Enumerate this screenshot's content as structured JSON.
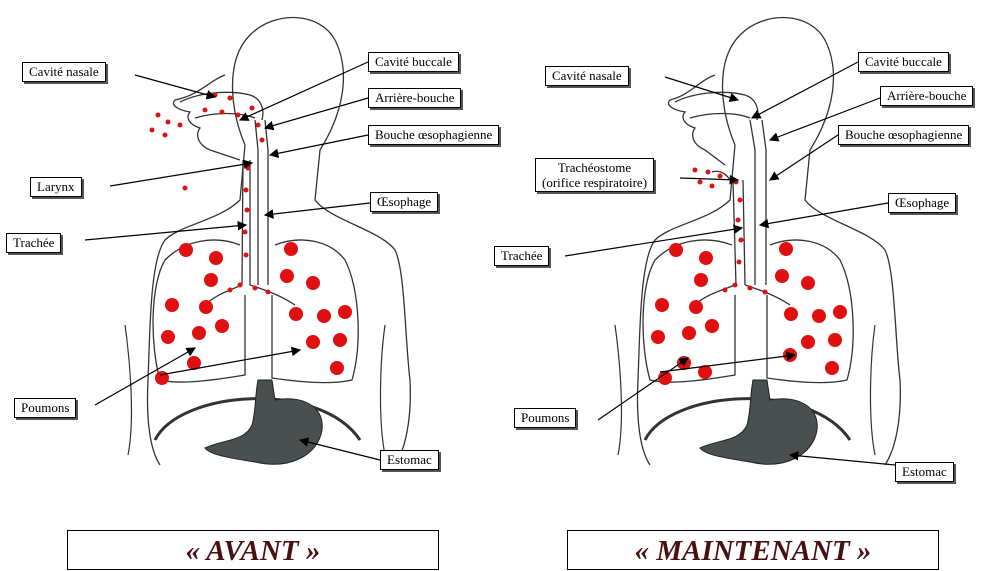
{
  "before": {
    "caption": "« AVANT »",
    "labels": {
      "cavite_nasale": "Cavité nasale",
      "cavite_buccale": "Cavité buccale",
      "arriere_bouche": "Arrière-bouche",
      "bouche_oesophagienne": "Bouche œsophagienne",
      "larynx": "Larynx",
      "oesophage": "Œsophage",
      "trachee": "Trachée",
      "poumons": "Poumons",
      "estomac": "Estomac"
    }
  },
  "after": {
    "caption": "« MAINTENANT »",
    "labels": {
      "cavite_nasale": "Cavité nasale",
      "cavite_buccale": "Cavité buccale",
      "arriere_bouche": "Arrière-bouche",
      "bouche_oesophagienne": "Bouche œsophagienne",
      "tracheostome_line1": "Trachéostome",
      "tracheostome_line2": "(orifice respiratoire)",
      "oesophage": "Œsophage",
      "trachee": "Trachée",
      "poumons": "Poumons",
      "estomac": "Estomac"
    }
  },
  "colors": {
    "outline": "#333333",
    "air_dots": "#e01010",
    "stomach": "#4a4f4f",
    "caption_text": "#4a1010"
  }
}
